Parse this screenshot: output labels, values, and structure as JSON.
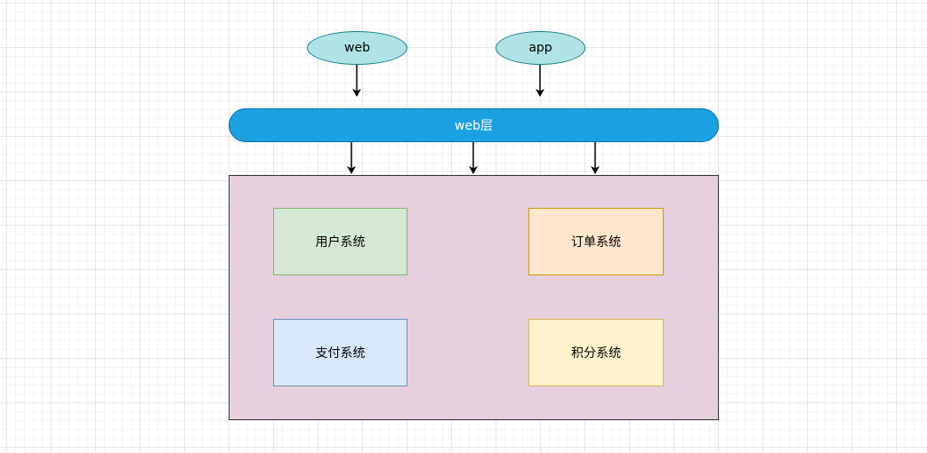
{
  "diagram": {
    "nodes": {
      "web": {
        "label": "web",
        "fill": "#b0e3e6",
        "stroke": "#0e8088"
      },
      "app": {
        "label": "app",
        "fill": "#b0e3e6",
        "stroke": "#0e8088"
      },
      "web_layer": {
        "label": "web层",
        "fill": "#1ba1e2",
        "stroke": "#006eaf"
      },
      "services_container": {
        "fill": "#e6d0de",
        "stroke": "#333333"
      },
      "user_system": {
        "label": "用户系统",
        "fill": "#d5e8d4",
        "stroke": "#82b366"
      },
      "order_system": {
        "label": "订单系统",
        "fill": "#ffe6cc",
        "stroke": "#d79b00"
      },
      "payment_system": {
        "label": "支付系统",
        "fill": "#dae8fc",
        "stroke": "#6c8ebf"
      },
      "points_system": {
        "label": "积分系统",
        "fill": "#fff2cc",
        "stroke": "#d6b656"
      }
    },
    "edges": [
      {
        "from": "web",
        "to": "web_layer"
      },
      {
        "from": "app",
        "to": "web_layer"
      },
      {
        "from": "web_layer",
        "to": "services_container"
      },
      {
        "from": "web_layer",
        "to": "services_container"
      },
      {
        "from": "web_layer",
        "to": "services_container"
      }
    ]
  }
}
